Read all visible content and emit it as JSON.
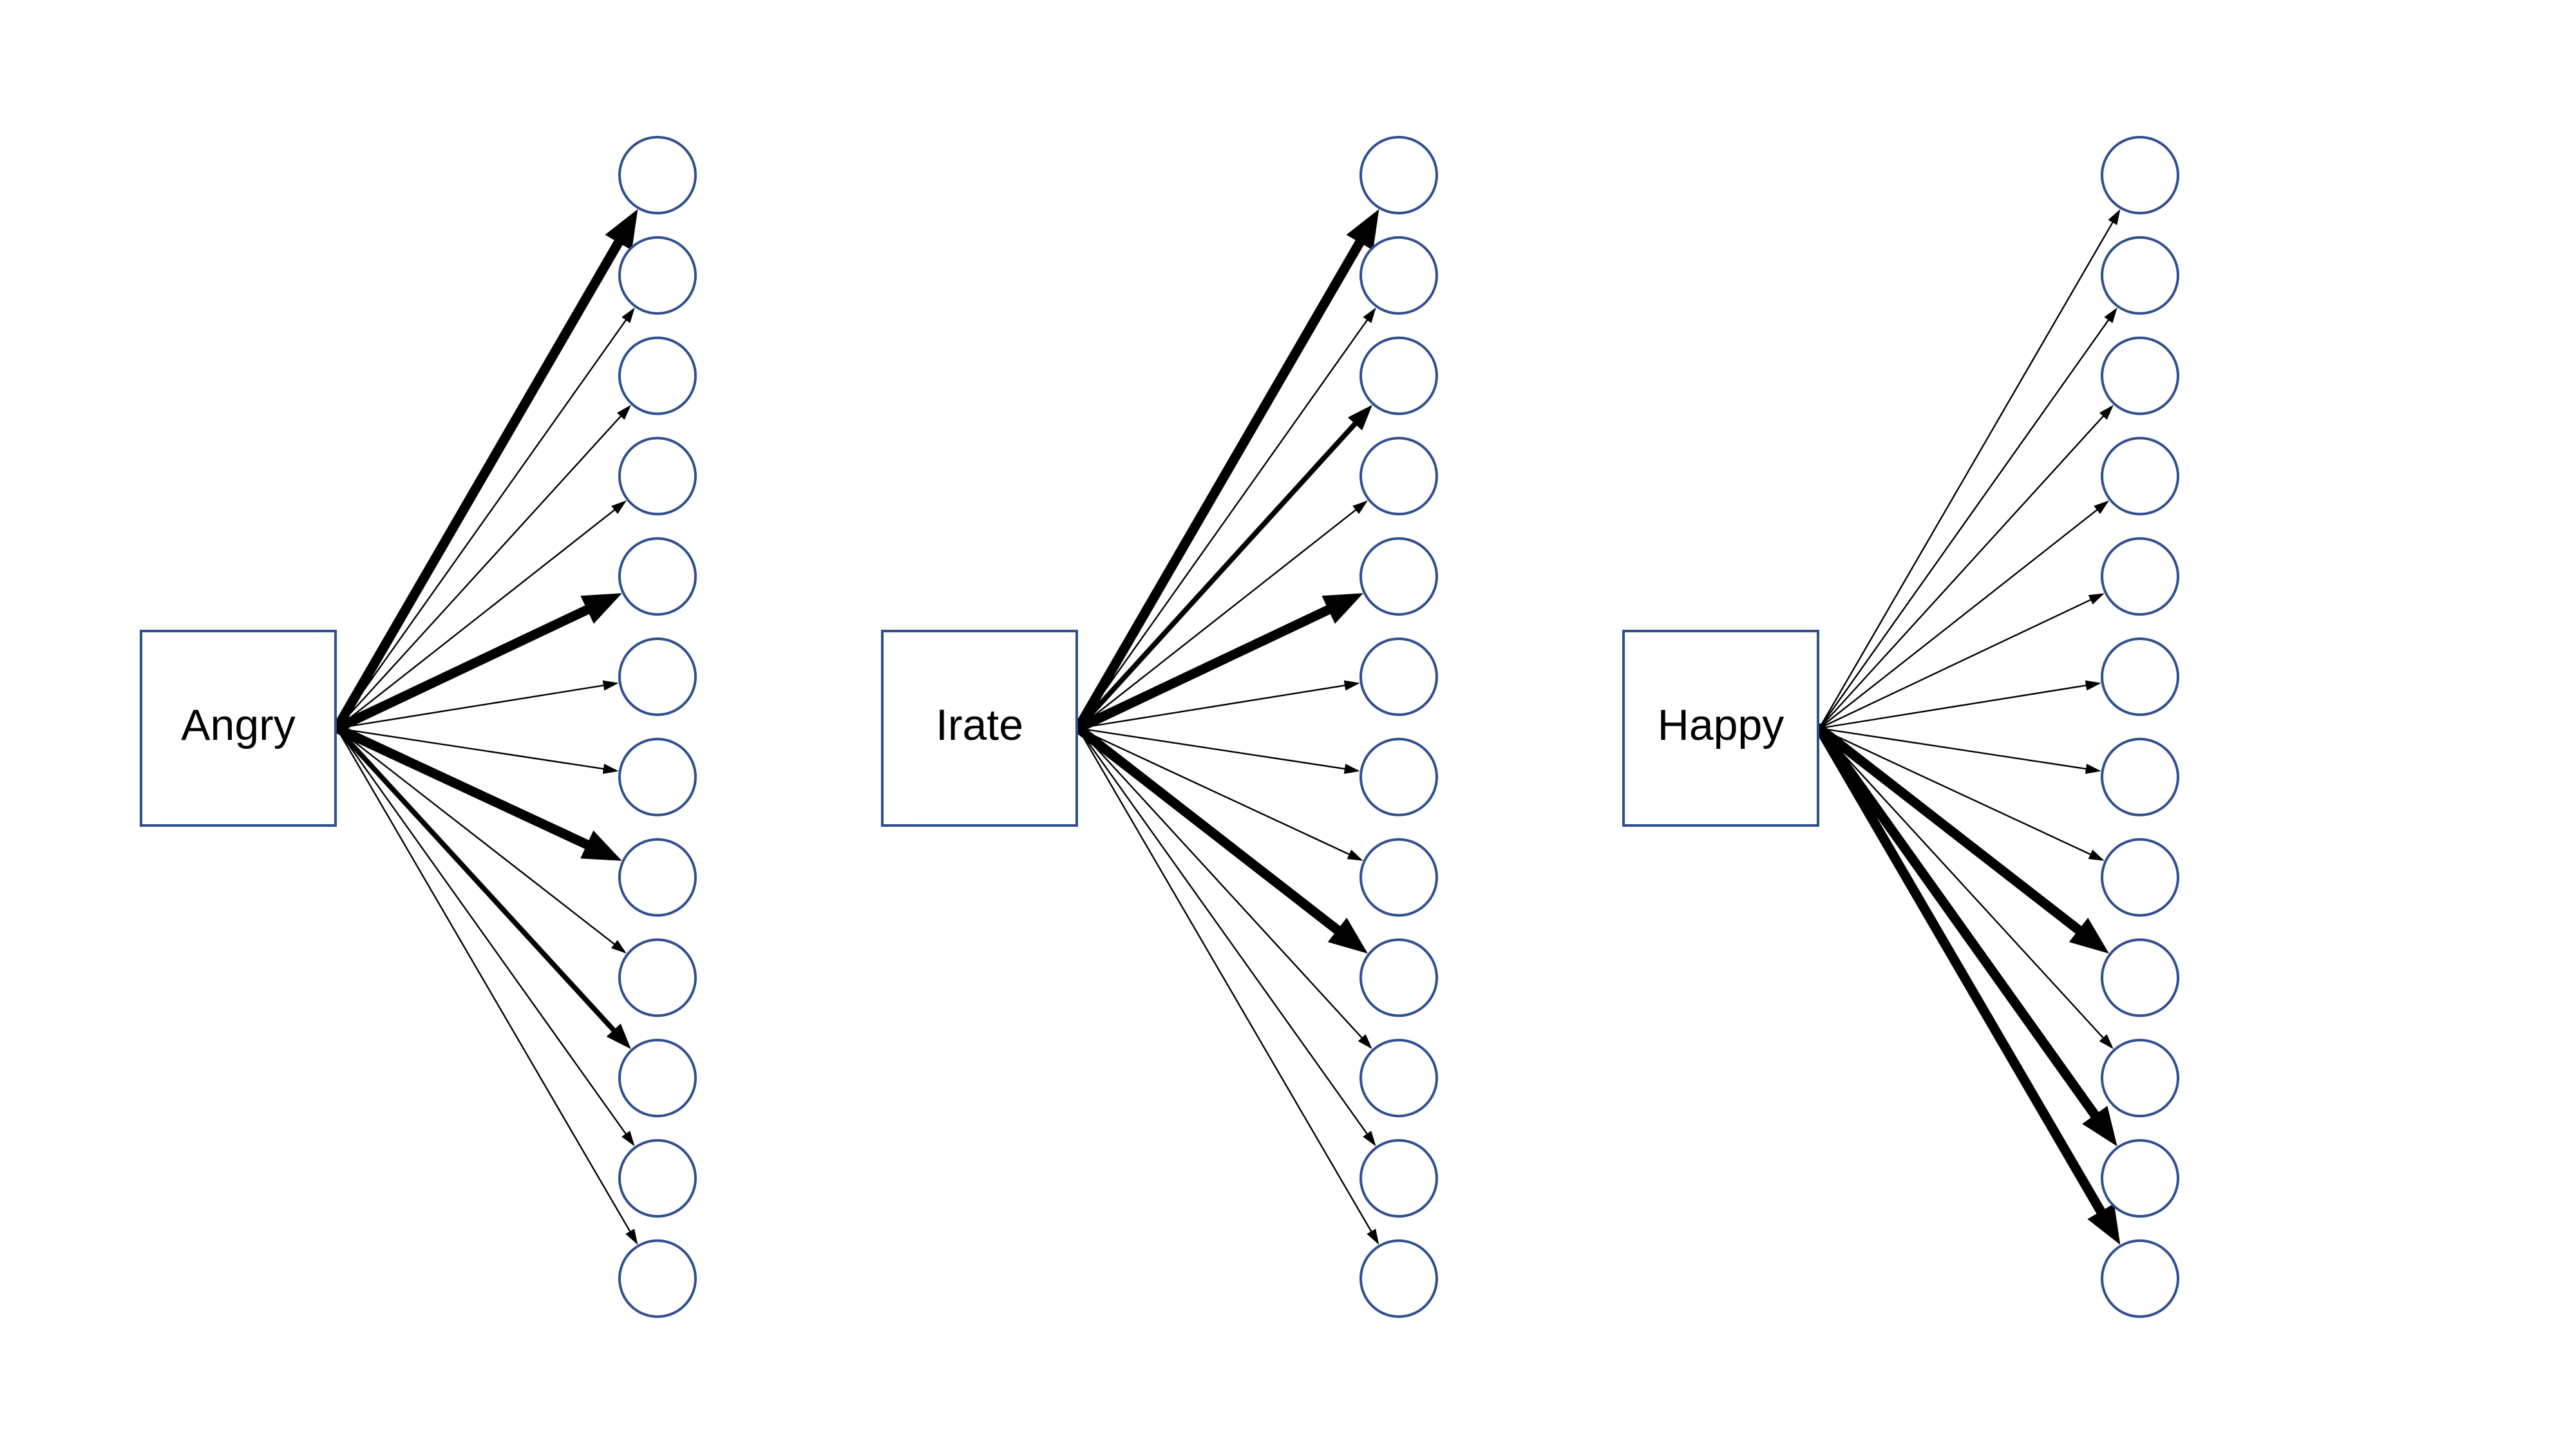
{
  "diagram": {
    "line_color": "#000000",
    "node_stroke_color": "#2f4f8f",
    "node_fill_color": "#ffffff",
    "node_count": 12,
    "groups": [
      {
        "label": "Angry",
        "weights": [
          3,
          1,
          1,
          1,
          3,
          1,
          1,
          3,
          1,
          2,
          1,
          1
        ]
      },
      {
        "label": "Irate",
        "weights": [
          3,
          1,
          2,
          1,
          3,
          1,
          1,
          1,
          3,
          1,
          1,
          1
        ]
      },
      {
        "label": "Happy",
        "weights": [
          1,
          1,
          1,
          1,
          1,
          1,
          1,
          1,
          3,
          1,
          3,
          3
        ]
      }
    ]
  }
}
